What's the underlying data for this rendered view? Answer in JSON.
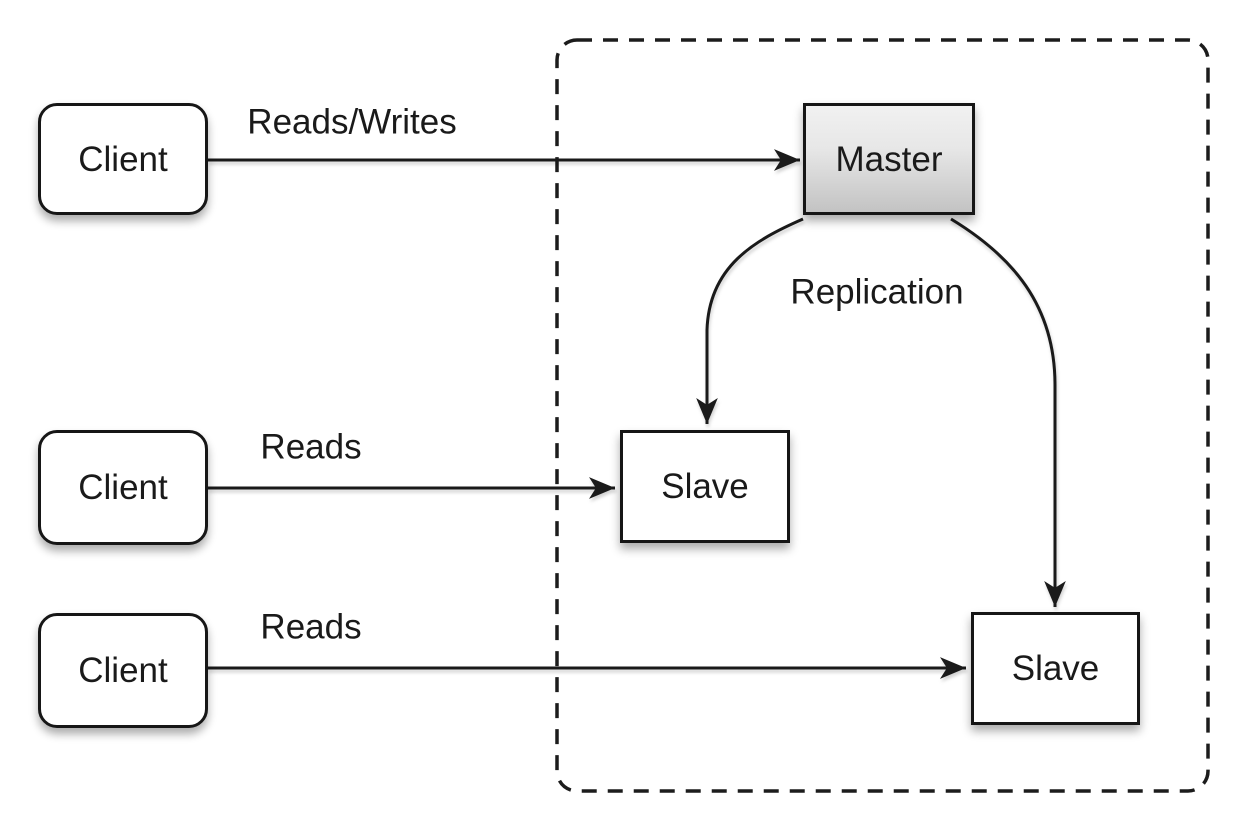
{
  "diagram": {
    "kind": "master-slave-replication-architecture",
    "colors": {
      "background": "#ffffff",
      "stroke": "#1a1a1a",
      "node_fill": "#ffffff",
      "master_fill_top": "#f1f1f1",
      "master_fill_bottom": "#c3c3c3"
    },
    "nodes": {
      "clients": [
        {
          "label": "Client"
        },
        {
          "label": "Client"
        },
        {
          "label": "Client"
        }
      ],
      "master": {
        "label": "Master"
      },
      "slaves": [
        {
          "label": "Slave"
        },
        {
          "label": "Slave"
        }
      ]
    },
    "edges": {
      "client1_to_master": {
        "label": "Reads/Writes"
      },
      "client2_to_slave1": {
        "label": "Reads"
      },
      "client3_to_slave2": {
        "label": "Reads"
      },
      "master_to_slaves": {
        "label": "Replication"
      }
    }
  }
}
